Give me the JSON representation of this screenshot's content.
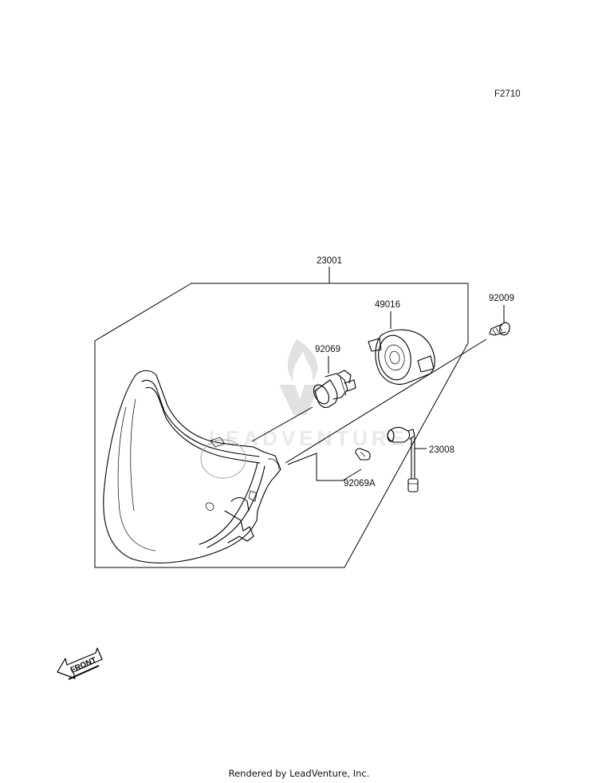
{
  "diagram": {
    "figure_code": "F2710",
    "parts": [
      {
        "number": "23001"
      },
      {
        "number": "49016"
      },
      {
        "number": "92009"
      },
      {
        "number": "92069"
      },
      {
        "number": "23008"
      },
      {
        "number": "92069A"
      }
    ],
    "front_arrow_label": "FRONT",
    "watermark_text": "LEADVENTURE"
  },
  "footer": {
    "rendered_by": "Rendered by LeadVenture, Inc."
  }
}
